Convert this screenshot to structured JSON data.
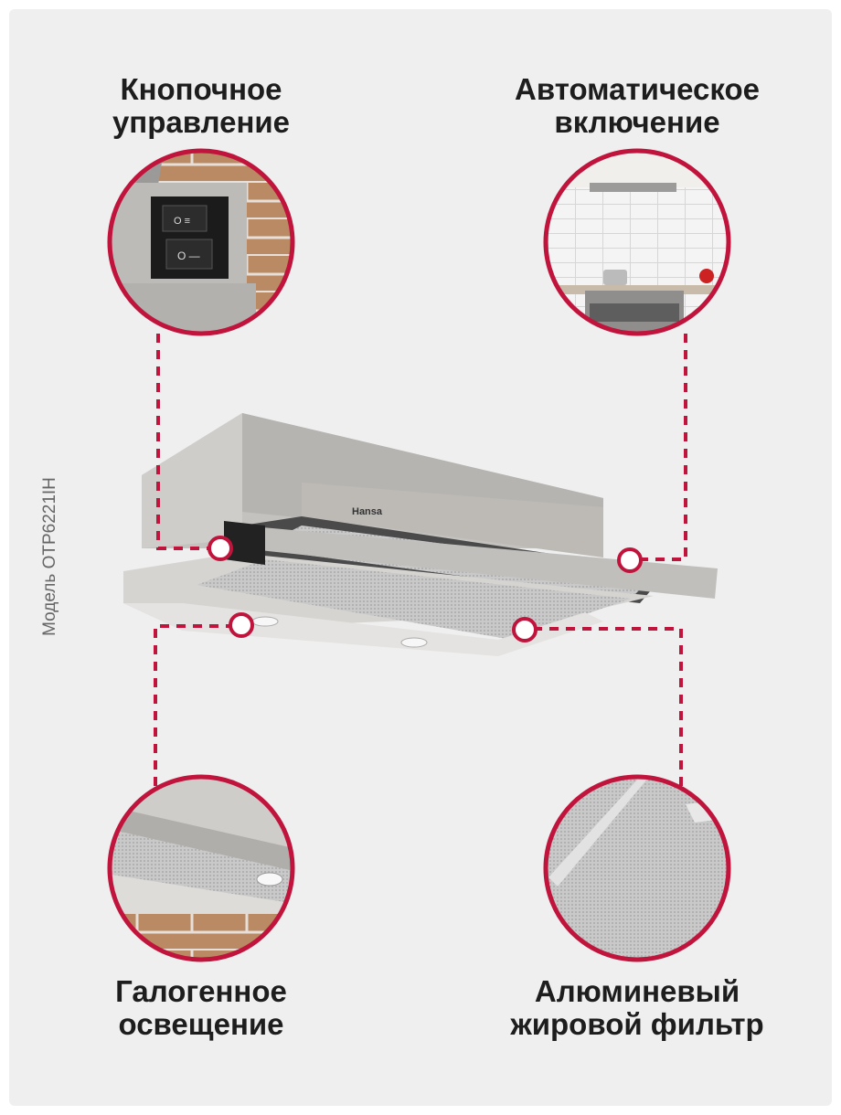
{
  "features": [
    {
      "title_line1": "Кнопочное",
      "title_line2": "управление"
    },
    {
      "title_line1": "Автоматическое",
      "title_line2": "включение"
    },
    {
      "title_line1": "Галогенное",
      "title_line2": "освещение"
    },
    {
      "title_line1": "Алюминевый",
      "title_line2": "жировой фильтр"
    }
  ],
  "model_label": "Модель OTP6221IH",
  "brand_logo": "Hansa",
  "colors": {
    "accent": "#c0143c",
    "background": "#efefef",
    "text": "#1d1d1d"
  }
}
